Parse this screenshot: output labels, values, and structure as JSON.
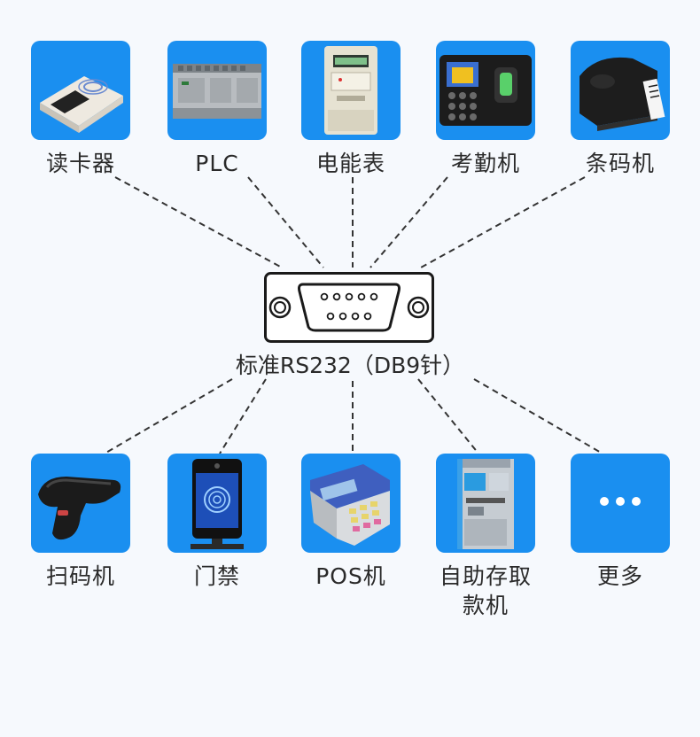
{
  "colors": {
    "tile_bg": "#1a8ff0",
    "background": "#f6f9fd",
    "line": "#333333"
  },
  "center": {
    "label": "标准RS232（DB9针）",
    "icon": "db9-serial-connector-icon"
  },
  "top_devices": [
    {
      "label": "读卡器",
      "icon": "card-reader-icon"
    },
    {
      "label": "PLC",
      "icon": "plc-icon"
    },
    {
      "label": "电能表",
      "icon": "electric-meter-icon"
    },
    {
      "label": "考勤机",
      "icon": "attendance-machine-icon"
    },
    {
      "label": "条码机",
      "icon": "barcode-printer-icon"
    }
  ],
  "bottom_devices": [
    {
      "label": "扫码机",
      "icon": "barcode-scanner-icon"
    },
    {
      "label": "门禁",
      "icon": "access-control-icon"
    },
    {
      "label": "POS机",
      "icon": "pos-terminal-icon"
    },
    {
      "label": "自助存取款机",
      "icon": "atm-icon"
    },
    {
      "label": "更多",
      "icon": "more-icon"
    }
  ]
}
